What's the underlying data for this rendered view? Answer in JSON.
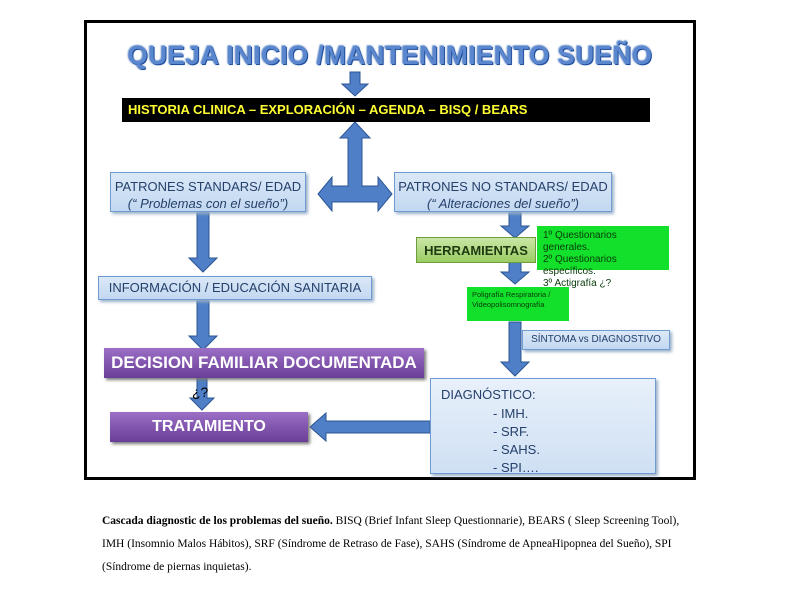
{
  "title": "QUEJA INICIO /MANTENIMIENTO SUEÑO",
  "history_bar": "HISTORIA CLINICA – EXPLORACIÓN – AGENDA – BISQ / BEARS",
  "patrones_standard": {
    "line1": "PATRONES STANDARS/ EDAD",
    "line2": "(“ Problemas con el sueño”)"
  },
  "patrones_no_standard": {
    "line1": "PATRONES NO STANDARS/ EDAD",
    "line2": "(“ Alteraciones del sueño”)"
  },
  "herramientas": "HERRAMIENTAS",
  "questionnaires": [
    "1º Questionarios generales.",
    "2º Questionarios específicos.",
    "3º Actigrafía ¿?"
  ],
  "poligrafia": [
    "Poligrafía Respiratoria /",
    "Videopolisomnografía"
  ],
  "informacion": "INFORMACIÓN / EDUCACIÓN SANITARIA",
  "sintoma": "SÍNTOMA vs DIAGNOSTIVO",
  "decision": "DECISION FAMILIAR DOCUMENTADA",
  "question_mark": "¿?",
  "tratamiento": "TRATAMIENTO",
  "diagnostico": {
    "heading": "DIAGNÓSTICO:",
    "items": [
      "- IMH.",
      "- SRF.",
      "- SAHS.",
      "- SPI…."
    ]
  },
  "caption": {
    "bold": "Cascada diagnostic de los problemas del sueño.",
    "text": " BISQ (Brief Infant Sleep Questionnarie), BEARS ( Sleep Screening Tool), IMH (Insomnio Malos Hábitos), SRF (Síndrome de Retraso de Fase), SAHS (Síndrome de ApneaHipopnea del Sueño), SPI (Síndrome de piernas inquietas)."
  },
  "colors": {
    "arrow_fill": "#4f7fc6",
    "arrow_stroke": "#2c5494",
    "title_color": "#5b87cf",
    "bar_text": "#ffff33",
    "green": "#12e02a",
    "purple": "#7b4aa8"
  }
}
